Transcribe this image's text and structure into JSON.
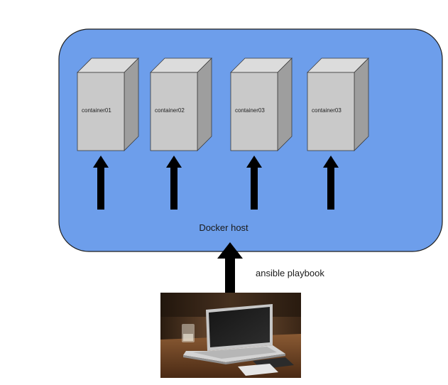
{
  "docker_host": {
    "label": "Docker host",
    "fill_color": "#6d9eeb",
    "stroke_color": "#1f1f1f"
  },
  "containers": [
    {
      "label": "container01"
    },
    {
      "label": "container02"
    },
    {
      "label": "container03"
    },
    {
      "label": "container03"
    }
  ],
  "container_style": {
    "front_color": "#c9c9c9",
    "top_color": "#dcdcdc",
    "side_color": "#9e9e9e"
  },
  "playbook_arrow": {
    "label": "ansible playbook"
  },
  "laptop_photo": {
    "icon": "laptop-photo"
  }
}
